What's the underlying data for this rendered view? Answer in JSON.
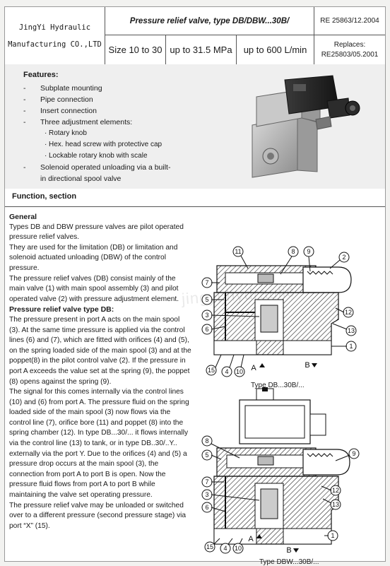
{
  "header": {
    "company_line1": "JingYi Hydraulic",
    "company_line2": "Manufacturing CO.,LTD",
    "title": "Pressure relief valve, type DB/DBW...30B/",
    "doc_ref": "RE 25863/12.2004",
    "size": "Size 10 to 30",
    "pressure": "up to 31.5 MPa",
    "flow": "up to 600 L/min",
    "replaces_label": "Replaces:",
    "replaces_ref": "RE25803/05.2001"
  },
  "features": {
    "title": "Features:",
    "items": [
      {
        "dash": "-",
        "text": "Subplate mounting"
      },
      {
        "dash": "-",
        "text": "Pipe connection"
      },
      {
        "dash": "-",
        "text": "Insert connection"
      },
      {
        "dash": "-",
        "text": "Three adjustment elements:"
      },
      {
        "dot": "·",
        "text": "Rotary knob"
      },
      {
        "dot": "·",
        "text": "Hex. head screw with protective cap"
      },
      {
        "dot": "·",
        "text": "Lockable rotary knob with scale"
      },
      {
        "dash": "-",
        "text": "Solenoid operated unloading via a built-"
      },
      {
        "text": "in directional spool valve"
      }
    ]
  },
  "function": {
    "title": "Function, section",
    "general_heading": "General",
    "p1": "Types DB and DBW pressure valves are pilot operated pressure relief valves.",
    "p2": "They are used for the limitation (DB) or limitation and solenoid actuated unloading (DBW) of the control pressure.",
    "p3": "The pressure relief valves (DB) consist mainly of the main valve (1) with main spool assembly (3) and pilot operated valve (2) with pressure adjustment element.",
    "db_heading": "Pressure relief valve type DB:",
    "p4": "The pressure present in port A acts on the main spool (3). At the same time pressure is applied via the control lines (6) and (7), which are fitted with orifices (4) and (5), on the spring loaded side of the main spool (3) and at the poppet(8) in the pilot control valve (2). If the pressure in port A exceeds the value set at the spring (9), the poppet (8) opens against the spring (9).",
    "p5": "The signal for this comes internally via the control lines (10) and (6) from port A. The pressure fluid on the spring loaded side of the main spool (3) now flows via the control line (7), orifice bore (11) and poppet (8) into the spring chamber (12). In type DB...30/... it flows internally via the control line (13) to tank, or in type DB..30/..Y.. externally via the port Y. Due to the orifices (4) and (5) a pressure drop occurs at the main spool (3), the connection from port A to port B is open. Now the pressure fluid flows from port A to port B while maintaining the valve set operating pressure.",
    "p6": "The pressure relief valve may be unloaded or switched over to a different pressure (second pressure stage) via port “X” (15)."
  },
  "diagrams": {
    "caption1": "Type DB...30B/...",
    "caption2": "Type DBW...30B/...",
    "port_a": "A",
    "port_b": "B",
    "callouts": [
      "1",
      "2",
      "3",
      "4",
      "5",
      "6",
      "7",
      "8",
      "9",
      "10",
      "11",
      "12",
      "13",
      "15"
    ]
  },
  "watermark": "jingyi hydraulic"
}
